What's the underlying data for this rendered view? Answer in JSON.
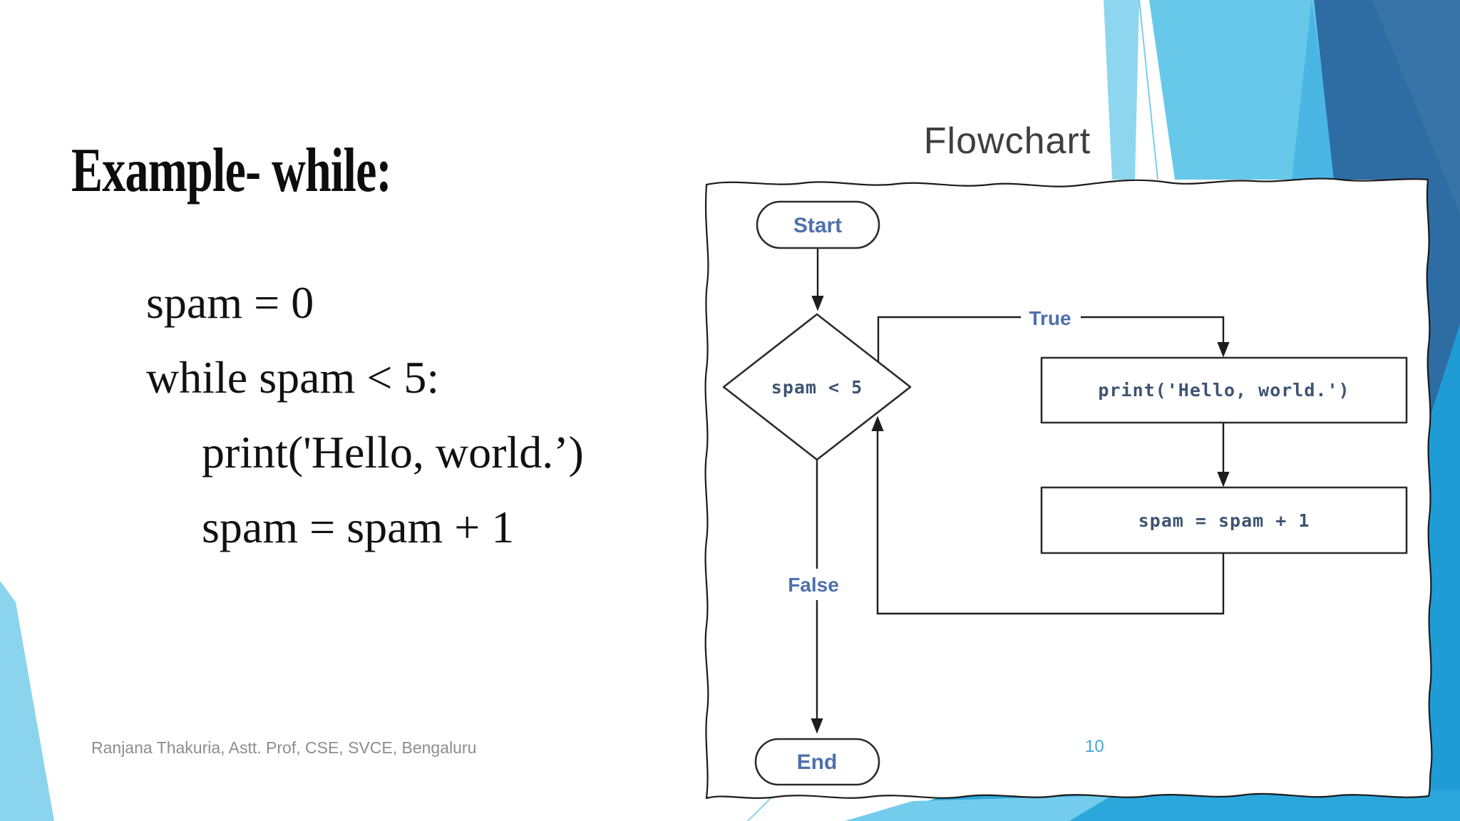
{
  "slide": {
    "title": "Example- while:",
    "code_lines": [
      "spam = 0",
      "while spam < 5:",
      "print('Hello, world.’)",
      "spam = spam + 1"
    ],
    "footer": "Ranjana Thakuria, Astt. Prof, CSE, SVCE, Bengaluru",
    "page_number": "10"
  },
  "flowchart": {
    "heading": "Flowchart",
    "nodes": {
      "start": "Start",
      "condition": "spam < 5",
      "print_statement": "print('Hello, world.')",
      "increment": "spam = spam + 1",
      "end": "End"
    },
    "branch_labels": {
      "true": "True",
      "false": "False"
    }
  },
  "colors": {
    "node_label_blue": "#4e71ad",
    "flow_code_text": "#3d5473",
    "flow_line": "#1d1d1d",
    "heading_gray": "#3f3f3f",
    "footer_gray": "#8d8d8d",
    "page_number_blue": "#45a4dc",
    "decor_light_blue": "#68c8ea",
    "decor_pale_blue": "#8ed6ef",
    "decor_medium_blue": "#49b6e3",
    "decor_dark_blue": "#2e6ca4",
    "decor_bright_blue": "#1f9cd6"
  }
}
